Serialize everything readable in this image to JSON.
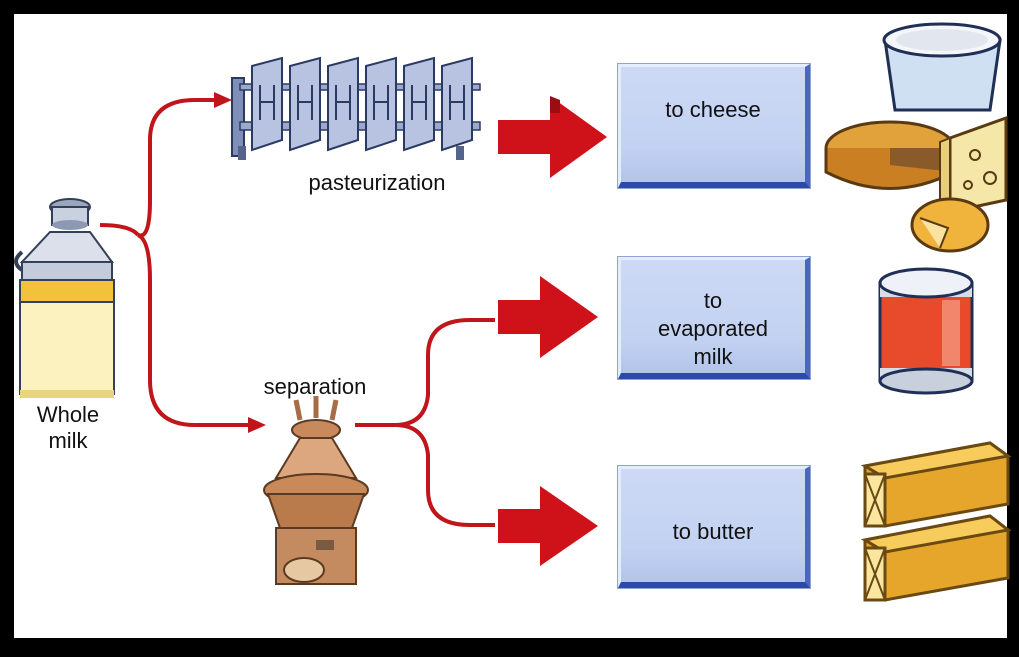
{
  "source": {
    "label_line1": "Whole",
    "label_line2": "milk"
  },
  "processes": {
    "pasteurization": "pasteurization",
    "separation": "separation"
  },
  "outputs": [
    {
      "lines": [
        "to cheese"
      ]
    },
    {
      "lines": [
        "to",
        "evaporated",
        "milk"
      ]
    },
    {
      "lines": [
        "to butter"
      ]
    }
  ],
  "colors": {
    "flow_line": "#c0161b",
    "arrow": "#d0141a",
    "box_fill": "#c6d4f2",
    "box_edge": "#2c4aa8",
    "frame": "#000000"
  }
}
